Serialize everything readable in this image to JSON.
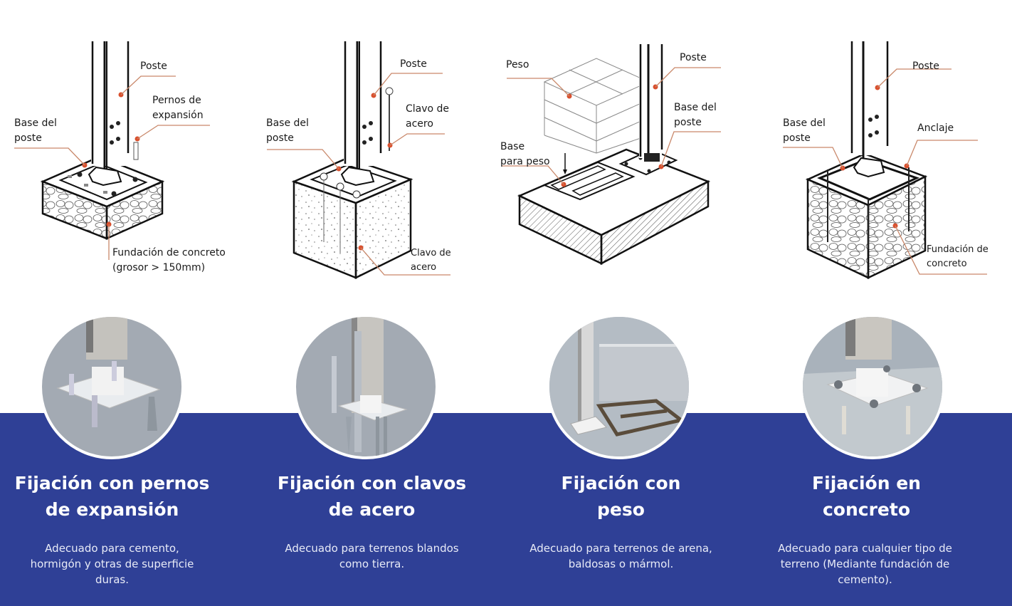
{
  "colors": {
    "band": "#2f4096",
    "accent_dot": "#d9502e",
    "leader_line": "#c9886a",
    "circle_bg": "#a3aab3"
  },
  "panels": [
    {
      "title": "Fijación con pernos\nde expansión",
      "description": "Adecuado para cemento,\nhormigón y otras de superficie\nduras.",
      "labels": {
        "poste": "Poste",
        "pernos": "Pernos de\nexpansión",
        "base": "Base del\nposte",
        "fundacion": "Fundación de concreto\n(grosor > 150mm)"
      }
    },
    {
      "title": "Fijación con clavos\nde acero",
      "description": "Adecuado para terrenos blandos\ncomo tierra.",
      "labels": {
        "poste": "Poste",
        "clavo_top": "Clavo de\nacero",
        "base": "Base del\nposte",
        "clavo_bottom": "Clavo de\nacero"
      }
    },
    {
      "title": "Fijación con\npeso",
      "description": "Adecuado para terrenos de arena,\nbaldosas o mármol.",
      "labels": {
        "peso": "Peso",
        "poste": "Poste",
        "base": "Base del\nposte",
        "base_peso": "Base\npara peso"
      }
    },
    {
      "title": "Fijación en\nconcreto",
      "description": "Adecuado para cualquier tipo de\nterreno (Mediante fundación de\ncemento).",
      "labels": {
        "poste": "Poste",
        "base": "Base del\nposte",
        "anclaje": "Anclaje",
        "fundacion": "Fundación de\nconcreto"
      }
    }
  ]
}
